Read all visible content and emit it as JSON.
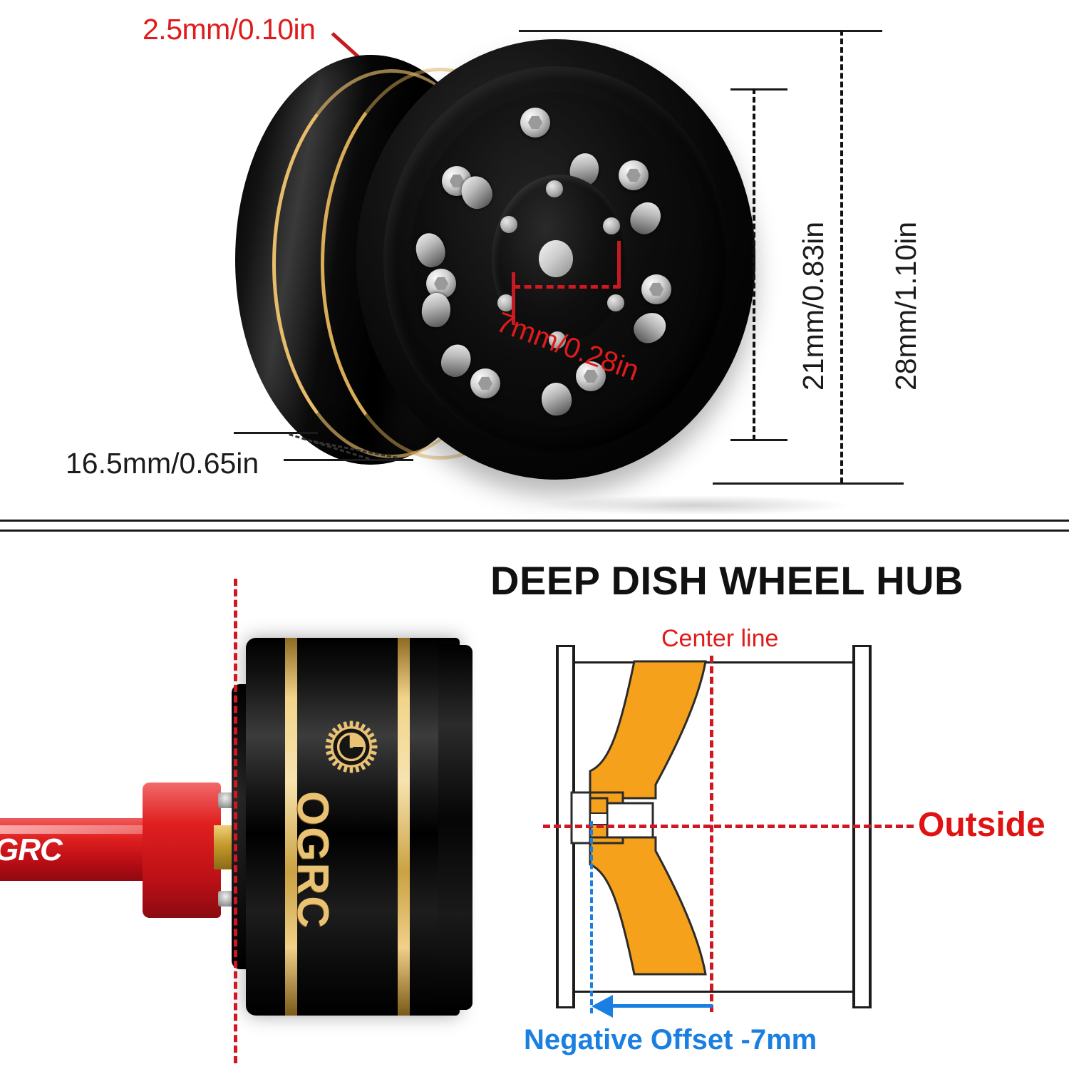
{
  "top_section": {
    "thickness_label": "2.5mm/0.10in",
    "bore_label": "7mm/0.28in",
    "width_label": "16.5mm/0.65in",
    "inner_diameter_label": "21mm/0.83in",
    "outer_diameter_label": "28mm/1.10in",
    "product_image_alt": "black gold beadlock wheel hub front three-quarter view"
  },
  "bottom_section": {
    "heading": "DEEP DISH WHEEL HUB",
    "brand_logo_text": "OGRC",
    "tool_text": "GRC",
    "schematic": {
      "center_line_label": "Center line",
      "outside_label": "Outside",
      "offset_label": "Negative Offset  -7mm"
    }
  },
  "colors": {
    "dimension_red": "#e01b1b",
    "dimension_black": "#1b1b1b",
    "offset_blue": "#1a7fe0",
    "schematic_orange": "#F5A11B",
    "brand_gold": "#e9c273",
    "tool_red": "#e02020"
  }
}
